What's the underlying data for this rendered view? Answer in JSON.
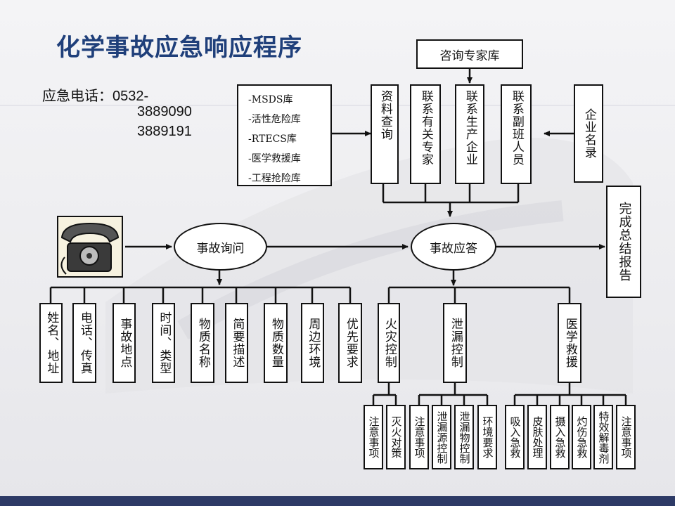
{
  "title": "化学事故应急响应程序",
  "phone": {
    "label": "应急电话：0532-",
    "number1": "3889090",
    "number2": "3889191"
  },
  "expert_db": "咨询专家库",
  "databases": [
    "-MSDS库",
    "-活性危险库",
    "-RTECS库",
    "-医学救援库",
    "-工程抢险库"
  ],
  "resources": {
    "data_query": "资料查询",
    "contact_experts": "联系有关专家",
    "contact_producers": "联系生产企业",
    "contact_shift": "联系副班人员",
    "company_list": "企业名录"
  },
  "inquiry": "事故询问",
  "response": "事故应答",
  "summary_report": "完成总结报告",
  "inquiry_items": [
    "姓名、地址",
    "电话、传真",
    "事故地点",
    "时间、类型",
    "物质名称",
    "简要描述",
    "物质数量",
    "周边环境",
    "优先要求"
  ],
  "responses": [
    {
      "label": "火灾控制",
      "subitems": [
        "注意事项",
        "灭火对策"
      ]
    },
    {
      "label": "泄漏控制",
      "subitems": [
        "注意事项",
        "泄漏源控制",
        "泄漏物控制",
        "环境要求"
      ]
    },
    {
      "label": "医学救援",
      "subitems": [
        "吸入急救",
        "皮肤处理",
        "摄入急救",
        "灼伤急救",
        "特效解毒剂",
        "注意事项"
      ]
    }
  ]
}
